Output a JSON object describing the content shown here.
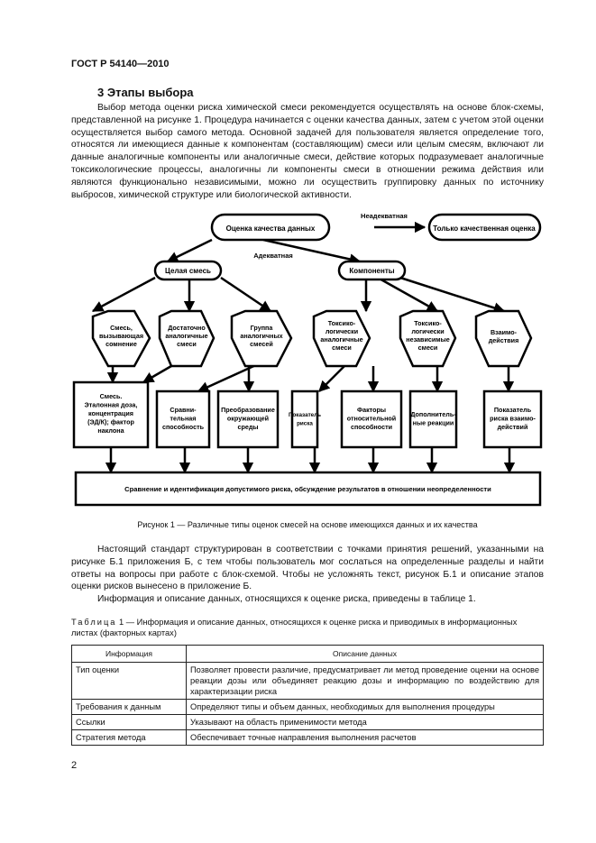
{
  "header": {
    "doc_id": "ГОСТ Р 54140—2010"
  },
  "section": {
    "title": "3  Этапы выбора"
  },
  "intro": "Выбор метода оценки риска химической смеси рекомендуется осуществлять на основе блок-схемы, представленной на рисунке 1. Процедура начинается с оценки качества данных, затем с учетом этой оценки осуществляется выбор самого метода. Основной задачей для пользователя является определение того, относятся ли имеющиеся данные к компонентам (составляющим) смеси или целым смесям, включают ли данные аналогичные компоненты или аналогичные смеси, действие которых подразумевает аналогичные токсикологические процессы, аналогичны ли компоненты смеси в отношении режима действия или являются функционально независимыми, можно ли осуществить группировку данных по источнику выбросов, химической структуре или биологической активности.",
  "flowchart": {
    "root": "Оценка качества данных",
    "edge_inadequate": "Неадекватная",
    "edge_adequate": "Адекватная",
    "only_quality": "Только качественная оценка",
    "whole": "Целая смесь",
    "components": "Компоненты",
    "d1": [
      "Смесь,",
      "вызывающая",
      "сомнение"
    ],
    "d2": [
      "Достаточно",
      "аналогичные",
      "смеси"
    ],
    "d3": [
      "Группа",
      "аналогичных",
      "смесей"
    ],
    "d4": [
      "Токсико-",
      "логически",
      "аналогичные",
      "смеси"
    ],
    "d5": [
      "Токсико-",
      "логически",
      "независимые",
      "смеси"
    ],
    "d6": [
      "Взаимо-",
      "действия"
    ],
    "b1": [
      "Смесь.",
      "Эталонная доза,",
      "концентрация",
      "(ЭД/К); фактор",
      "наклона"
    ],
    "b2": [
      "Сравни-",
      "тельная",
      "способность"
    ],
    "b3": [
      "Преобразование",
      "окружающей",
      "среды"
    ],
    "b4": [
      "Показатель",
      "риска"
    ],
    "b5": [
      "Факторы",
      "относительной",
      "способности"
    ],
    "b6": [
      "Дополнитель-",
      "ные реакции"
    ],
    "b7": [
      "Показатель",
      "риска взаимо-",
      "действий"
    ],
    "bottom": "Сравнение и идентификация допустимого риска, обсуждение результатов в отношении неопределенности"
  },
  "figure_caption": "Рисунок 1 — Различные типы оценок смесей на основе имеющихся данных и их качества",
  "para2": "Настоящий стандарт структурирован в соответствии с точками принятия решений, указанными на рисунке Б.1 приложения Б, с тем чтобы пользователь мог сослаться на определенные разделы и найти ответы на вопросы при работе с блок-схемой. Чтобы не усложнять текст, рисунок Б.1 и описание этапов оценки рисков вынесено в приложение Б.",
  "para3": "Информация и описание данных, относящихся к оценке риска, приведены в таблице 1.",
  "table_caption": {
    "label": "Таблица",
    "text": " 1 — Информация и описание данных, относящихся к оценке риска и приводимых в информационных листах (факторных картах)"
  },
  "table": {
    "headers": [
      "Информация",
      "Описание данных"
    ],
    "rows": [
      [
        "Тип оценки",
        "Позволяет провести различие, предусматривает ли метод проведение оценки на основе реакции дозы или объединяет реакцию дозы и информацию по воздействию для характеризации риска"
      ],
      [
        "Требования к данным",
        "Определяют типы и объем данных, необходимых для выполнения процедуры"
      ],
      [
        "Ссылки",
        "Указывают на область применимости метода"
      ],
      [
        "Стратегия метода",
        "Обеспечивает точные направления выполнения расчетов"
      ]
    ]
  },
  "page_number": "2"
}
